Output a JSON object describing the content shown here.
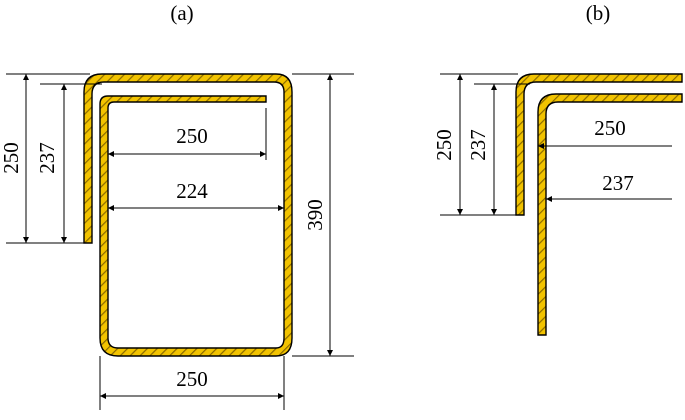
{
  "panels": [
    {
      "label": "(a)",
      "dimensions": {
        "outer_height": "250",
        "inner_height": "237",
        "inner_width_top": "250",
        "inner_width_mid": "224",
        "total_height": "390",
        "bottom_width": "250"
      }
    },
    {
      "label": "(b)",
      "dimensions": {
        "outer_height": "250",
        "inner_height": "237",
        "width_upper": "250",
        "width_lower": "237"
      }
    }
  ],
  "colors": {
    "wall": "#f2c300",
    "hatch": "#8a6a00",
    "outline": "#000000"
  }
}
